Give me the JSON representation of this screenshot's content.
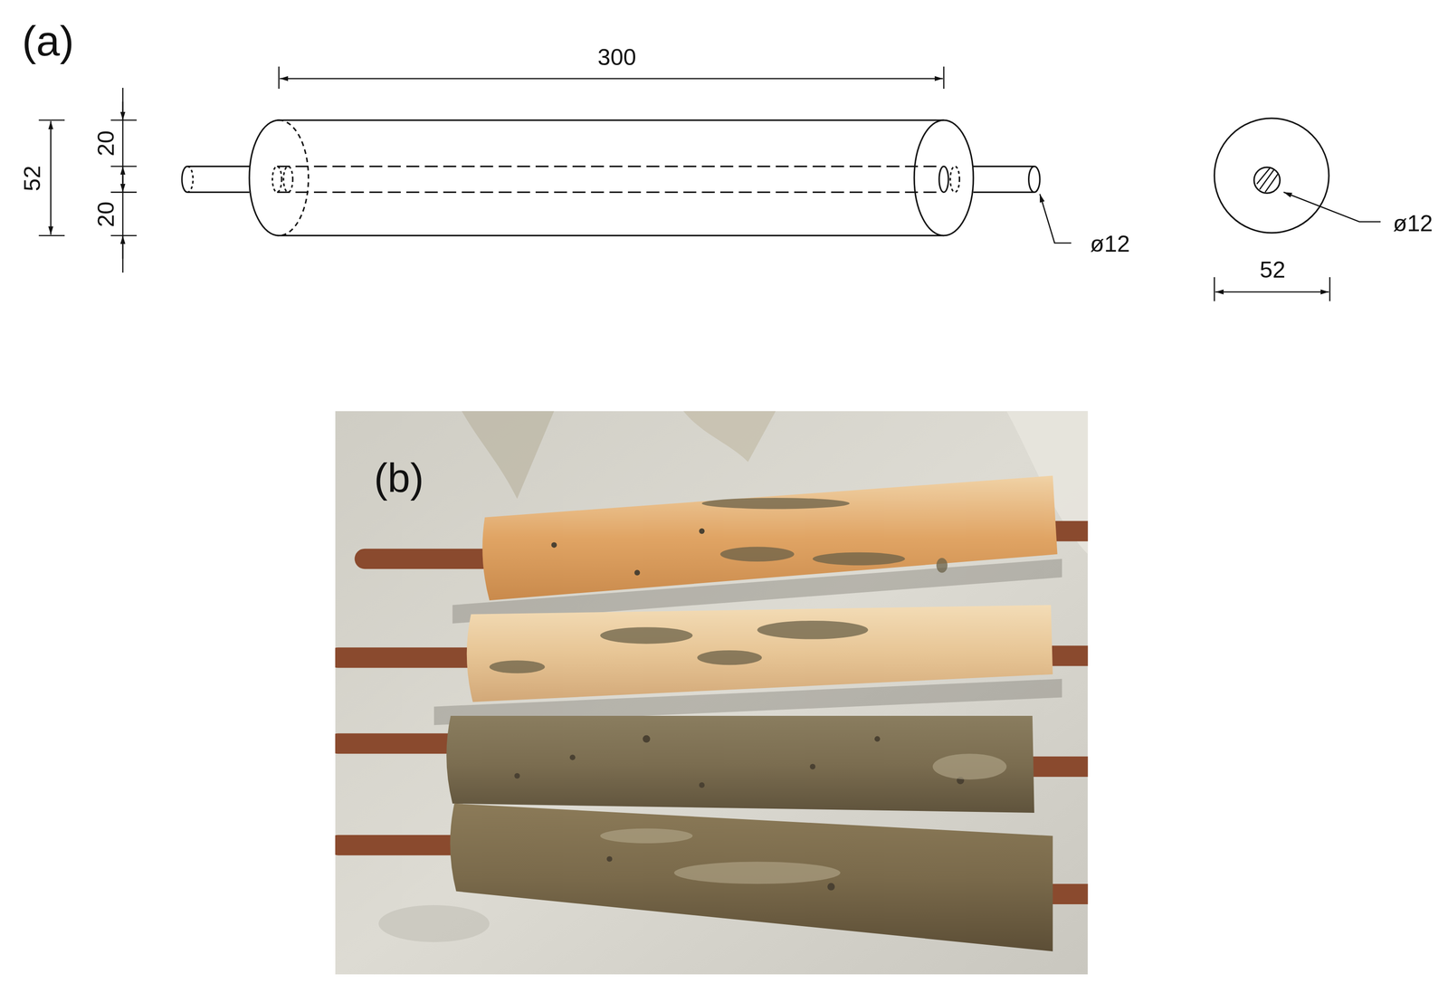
{
  "diagram": {
    "labels": [
      "(a)",
      "300",
      "52",
      "20",
      "20",
      "ø12",
      "ø12",
      "52",
      "(b)"
    ]
  }
}
